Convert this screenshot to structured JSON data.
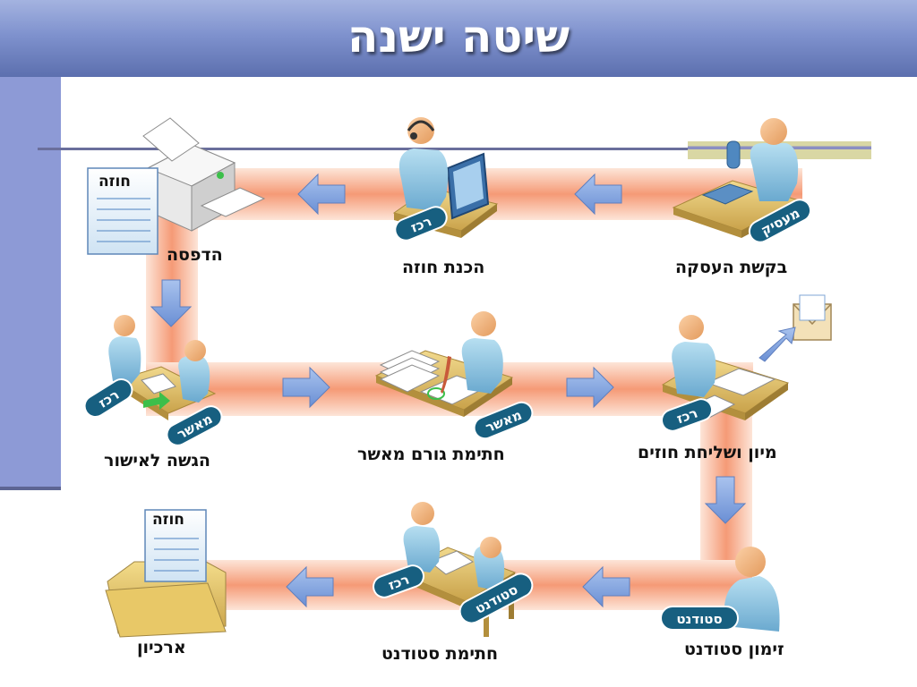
{
  "title": "שיטה ישנה",
  "steps": {
    "request": "בקשת העסקה",
    "prepare": "הכנת חוזה",
    "print": "הדפסה",
    "sort_send": "מיון ושליחת חוזים",
    "approver_sign": "חתימת גורם מאשר",
    "submit": "הגשה לאישור",
    "summon": "זימון סטודנט",
    "student_sign": "חתימת סטודנט",
    "archive": "ארכיון"
  },
  "roles": {
    "employer": "מעסיק",
    "coordinator": "רכז",
    "approver": "מאשר",
    "student": "סטודנט"
  },
  "docs": {
    "contract": "חוזה"
  },
  "colors": {
    "path": "#f4a07f",
    "arrow": "#7ea1de",
    "badge": "#175f80",
    "person": "#8ec6e2"
  }
}
